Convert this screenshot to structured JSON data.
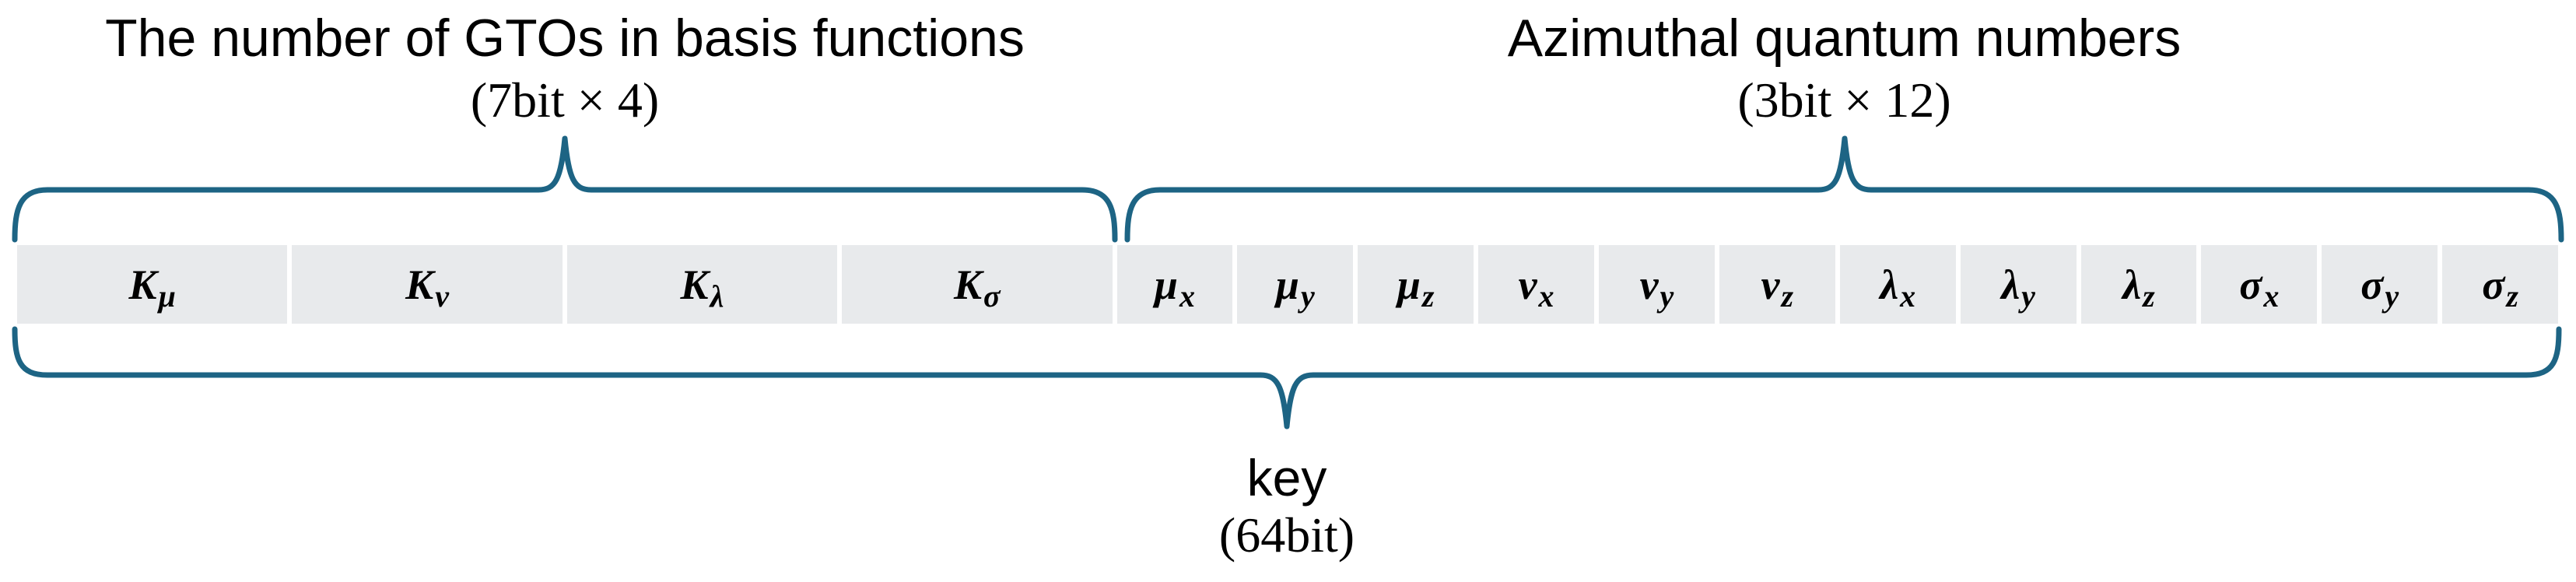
{
  "colors": {
    "brace": "#1d6484",
    "cell_bg": "#e8eaec",
    "text": "#000000",
    "page_bg": "#ffffff"
  },
  "annotations": {
    "gto_group": {
      "title": "The number of GTOs in basis functions",
      "subtitle": "(7bit × 4)"
    },
    "azimuthal_group": {
      "title": "Azimuthal quantum numbers",
      "subtitle": "(3bit × 12)"
    },
    "key_group": {
      "title": "key",
      "subtitle": "(64bit)"
    }
  },
  "fields": [
    {
      "base": "K",
      "sub": "μ",
      "bits": 7,
      "group": "gto"
    },
    {
      "base": "K",
      "sub": "ν",
      "bits": 7,
      "group": "gto"
    },
    {
      "base": "K",
      "sub": "λ",
      "bits": 7,
      "group": "gto"
    },
    {
      "base": "K",
      "sub": "σ",
      "bits": 7,
      "group": "gto"
    },
    {
      "base": "μ",
      "sub": "x",
      "bits": 3,
      "group": "azimuthal"
    },
    {
      "base": "μ",
      "sub": "y",
      "bits": 3,
      "group": "azimuthal"
    },
    {
      "base": "μ",
      "sub": "z",
      "bits": 3,
      "group": "azimuthal"
    },
    {
      "base": "ν",
      "sub": "x",
      "bits": 3,
      "group": "azimuthal"
    },
    {
      "base": "ν",
      "sub": "y",
      "bits": 3,
      "group": "azimuthal"
    },
    {
      "base": "ν",
      "sub": "z",
      "bits": 3,
      "group": "azimuthal"
    },
    {
      "base": "λ",
      "sub": "x",
      "bits": 3,
      "group": "azimuthal"
    },
    {
      "base": "λ",
      "sub": "y",
      "bits": 3,
      "group": "azimuthal"
    },
    {
      "base": "λ",
      "sub": "z",
      "bits": 3,
      "group": "azimuthal"
    },
    {
      "base": "σ",
      "sub": "x",
      "bits": 3,
      "group": "azimuthal"
    },
    {
      "base": "σ",
      "sub": "y",
      "bits": 3,
      "group": "azimuthal"
    },
    {
      "base": "σ",
      "sub": "z",
      "bits": 3,
      "group": "azimuthal"
    }
  ]
}
